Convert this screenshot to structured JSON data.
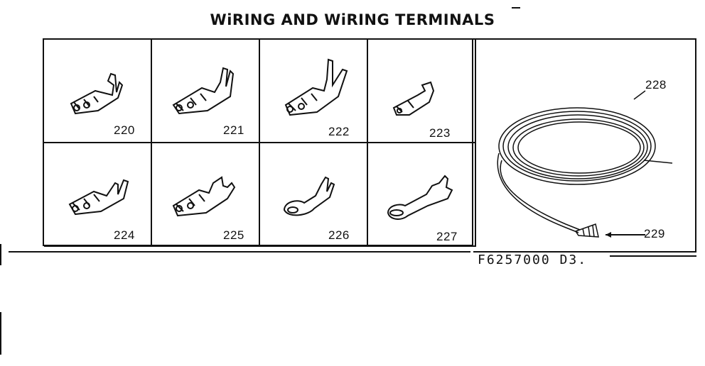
{
  "title": "WiRING AND WiRING TERMINALS",
  "parts": [
    {
      "number": "220",
      "icon": "female-spade-terminal-icon"
    },
    {
      "number": "221",
      "icon": "female-spade-terminal-icon"
    },
    {
      "number": "222",
      "icon": "female-spade-terminal-icon"
    },
    {
      "number": "223",
      "icon": "female-spade-terminal-icon"
    },
    {
      "number": "224",
      "icon": "female-spade-terminal-icon"
    },
    {
      "number": "225",
      "icon": "female-spade-terminal-icon"
    },
    {
      "number": "226",
      "icon": "ring-terminal-icon"
    },
    {
      "number": "227",
      "icon": "ring-terminal-icon"
    }
  ],
  "wire": {
    "number": "228",
    "icon": "wire-coil-icon"
  },
  "connector": {
    "number": "229",
    "icon": "wire-nut-icon"
  },
  "diagram_code": "F6257000 D3."
}
